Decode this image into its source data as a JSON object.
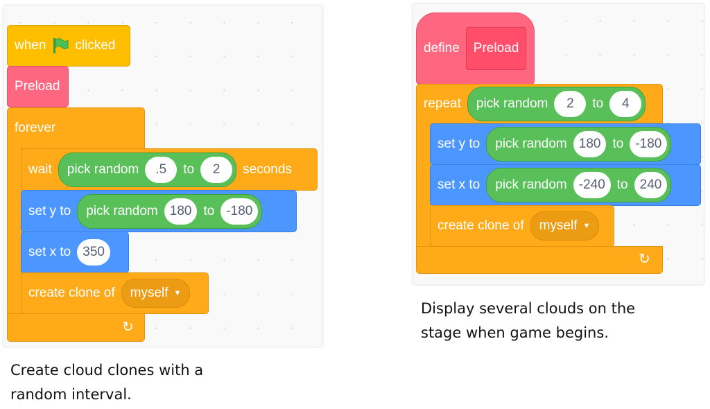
{
  "left_script": {
    "when_label": "when",
    "clicked_label": "clicked",
    "flag_icon": "green-flag-icon",
    "preload": "Preload",
    "forever": "forever",
    "wait": {
      "label": "wait",
      "pick": "pick random",
      "from": ".5",
      "to_label": "to",
      "to": "2",
      "suffix": "seconds"
    },
    "set_y": {
      "label": "set y to",
      "pick": "pick random",
      "from": "180",
      "to_label": "to",
      "to": "-180"
    },
    "set_x": {
      "label": "set x to",
      "value": "350"
    },
    "clone": {
      "label": "create clone of",
      "target": "myself"
    }
  },
  "right_script": {
    "define": "define",
    "preload": "Preload",
    "repeat": {
      "label": "repeat",
      "pick": "pick random",
      "from": "2",
      "to_label": "to",
      "to": "4"
    },
    "set_y": {
      "label": "set y to",
      "pick": "pick random",
      "from": "180",
      "to_label": "to",
      "to": "-180"
    },
    "set_x": {
      "label": "set x to",
      "pick": "pick random",
      "from": "-240",
      "to_label": "to",
      "to": "240"
    },
    "clone": {
      "label": "create clone of",
      "target": "myself"
    }
  },
  "captions": {
    "left": [
      "Create cloud clones with a",
      "random interval."
    ],
    "right": [
      "Display several clouds on the",
      "stage when game begins."
    ]
  }
}
